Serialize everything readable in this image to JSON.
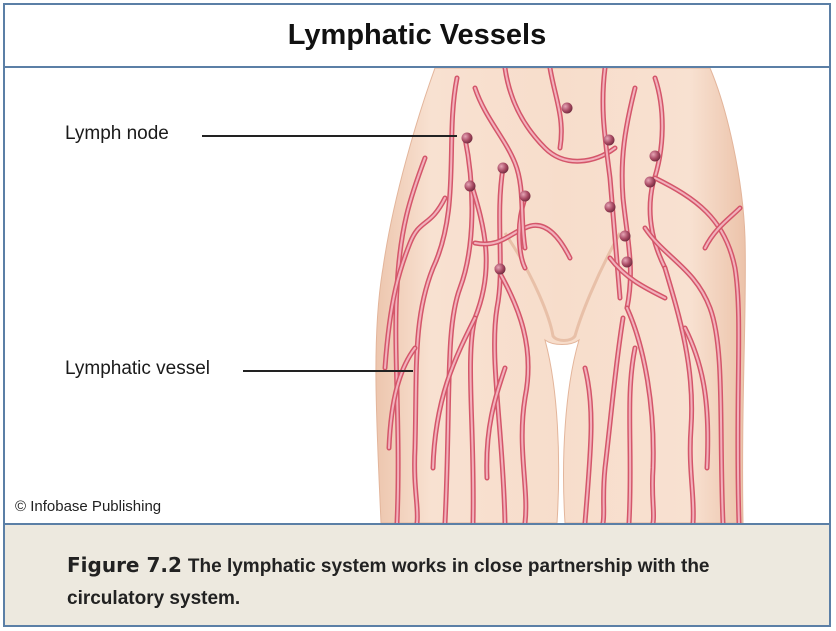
{
  "header": {
    "title": "Lymphatic Vessels"
  },
  "illustration": {
    "labels": {
      "node": "Lymph node",
      "vessel": "Lymphatic vessel"
    },
    "credit": "© Infobase Publishing",
    "colors": {
      "skin": "#f6dccb",
      "skin_shadow": "#e9bfa6",
      "vessel": "#d4566a",
      "vessel_highlight": "#f2b1bc",
      "node": "#a84a63"
    }
  },
  "caption": {
    "figure_number": "Figure 7.2",
    "text": "The lymphatic system works in close partnership with the circulatory system."
  }
}
